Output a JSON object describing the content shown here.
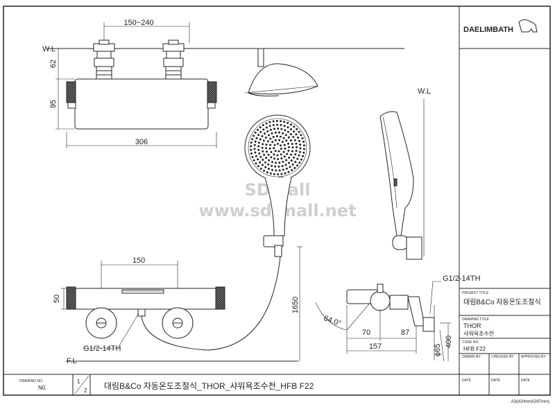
{
  "drawing": {
    "dimensions": {
      "top_spacing": "150~240",
      "wl_to_body": "62",
      "body_height": "95",
      "body_width": "306",
      "front_spacing": "150",
      "front_height": "50",
      "thread_left": "G1/2-14TH",
      "thread_right": "G1/2-14TH",
      "height_1650": "1650",
      "angle": "64.0°",
      "side_70": "70",
      "side_87": "87",
      "side_157": "157",
      "side_400": "400",
      "phi65": "ϕ65"
    },
    "labels": {
      "wl_left": "W.L",
      "wl_right": "W.L",
      "fl": "F.L"
    },
    "watermark": {
      "line1": "SDmall",
      "line2": "www.sd-mall.net"
    }
  },
  "title_block": {
    "brand": "DAELIMBATH",
    "project_title_label": "PROJECT TITLE",
    "project_title": "대림B&Co 자동온도조절식",
    "drawing_title_label": "DRAWING TITLE",
    "drawing_title_line1": "THOR",
    "drawing_title_line2": "샤워욕조수전",
    "code_no_label": "CODE NO.",
    "code_no": "HFB F22",
    "drawn_by": "DRAWN BY",
    "checked_by": "CHECKED BY",
    "approved_by": "APPROVED BY",
    "date1": "DATE",
    "date2": "DATE",
    "date3": "DATE",
    "drawing_no_label": "DRAWING NO.",
    "drawing_no": "N0.",
    "sheet_num": "1",
    "sheet_den": "2",
    "bottom_title": "대림B&Co 자동온도조절식_THOR_샤워욕조수전_HFB F22",
    "paper_size": "A3(420mmX297mm)"
  }
}
